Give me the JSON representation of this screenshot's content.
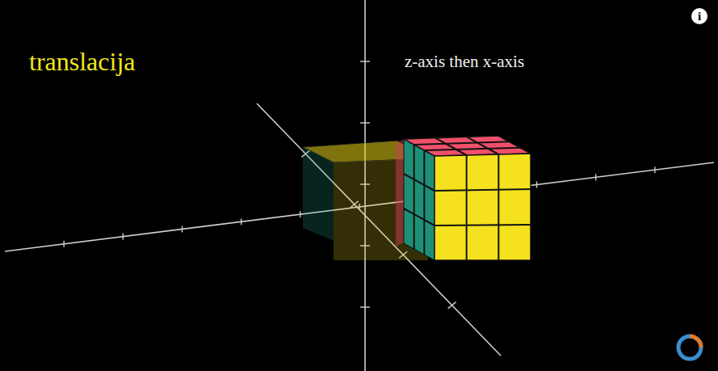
{
  "diagram": {
    "title": "translacija",
    "labels": [
      "z-axis then x-axis",
      "i"
    ]
  }
}
